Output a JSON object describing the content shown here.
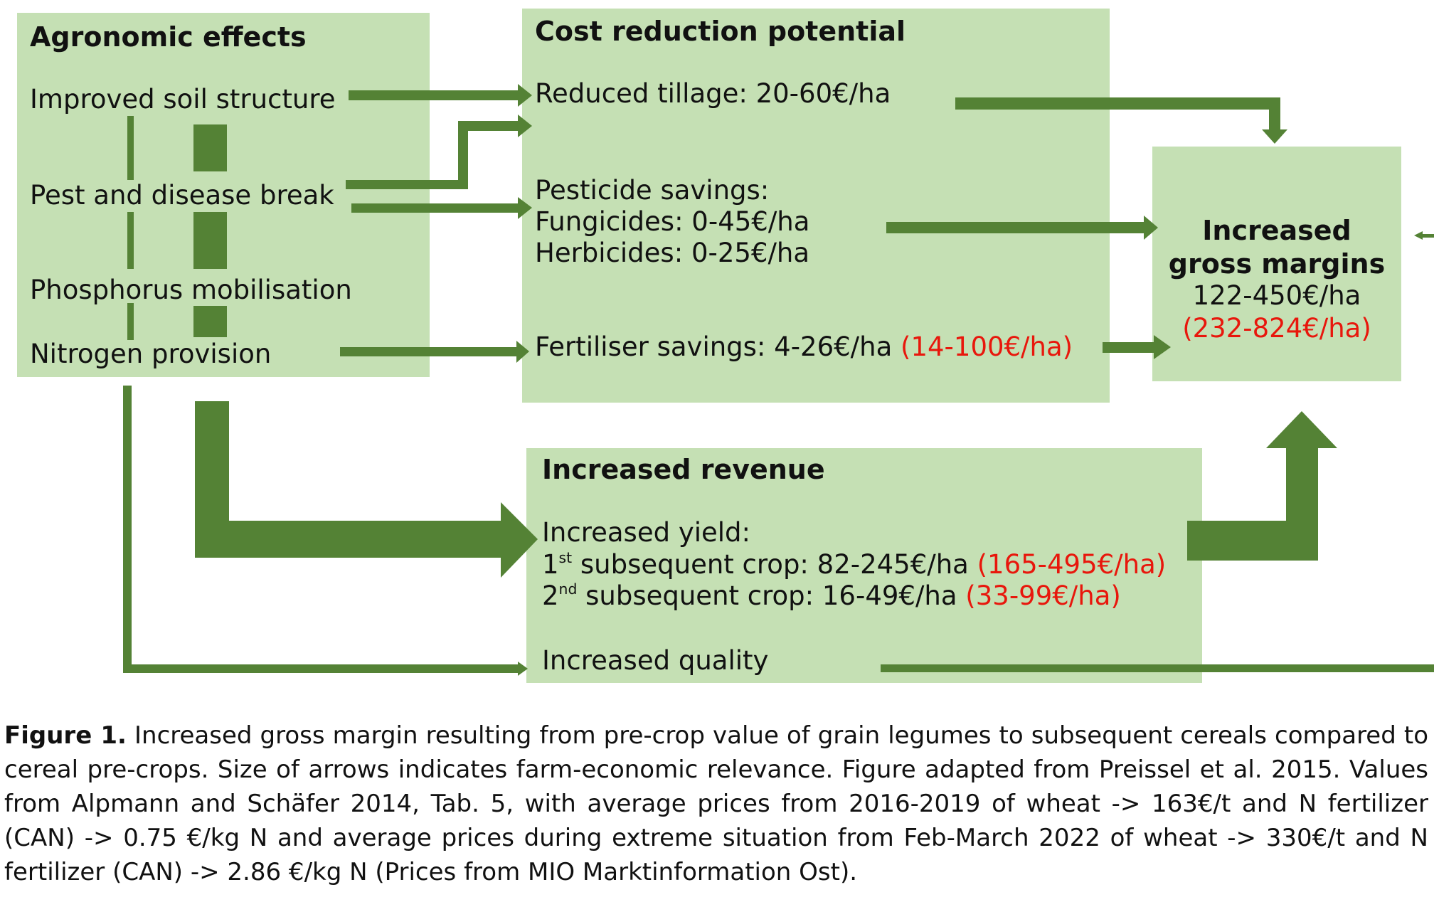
{
  "agronomic": {
    "title": "Agronomic effects",
    "items": [
      "Improved soil structure",
      "Pest and disease break",
      "Phosphorus mobilisation",
      "Nitrogen provision"
    ]
  },
  "cost": {
    "title": "Cost reduction potential",
    "tillage": "Reduced tillage: 20-60€/ha",
    "pesticide_title": "Pesticide savings:",
    "fungicides": "Fungicides: 0-45€/ha",
    "herbicides": "Herbicides: 0-25€/ha",
    "fertiliser": "Fertiliser savings: 4-26€/ha",
    "fertiliser_extreme": "(14-100€/ha)"
  },
  "margins": {
    "title_line1": "Increased",
    "title_line2": "gross margins",
    "value": "122-450€/ha",
    "value_extreme": "(232-824€/ha)"
  },
  "revenue": {
    "title": "Increased revenue",
    "yield_title": "Increased yield:",
    "first_ord": "1",
    "first_sup": "st",
    "first_text": " subsequent crop: 82-245€/ha",
    "first_extreme": "(165-495€/ha)",
    "second_ord": "2",
    "second_sup": "nd",
    "second_text": " subsequent crop: 16-49€/ha",
    "second_extreme": "(33-99€/ha)",
    "quality": "Increased quality"
  },
  "caption": {
    "label": "Figure 1.",
    "text": "Increased gross margin resulting from pre-crop value of grain legumes to subsequent cereals compared to cereal pre-crops. Size of arrows indicates farm-economic relevance. Figure adapted from Preissel et al. 2015. Values from Alpmann and Schäfer 2014, Tab. 5, with average prices from 2016-2019 of wheat -> 163€/t and N fertilizer (CAN) -> 0.75 €/kg N and average prices during extreme situation from Feb-March 2022 of wheat -> 330€/t and N fertilizer (CAN) -> 2.86 €/kg N (Prices from MIO Marktinformation Ost)."
  },
  "colors": {
    "box_fill": "#c5e0b4",
    "arrow": "#548235",
    "extreme_value": "#e8170c"
  }
}
